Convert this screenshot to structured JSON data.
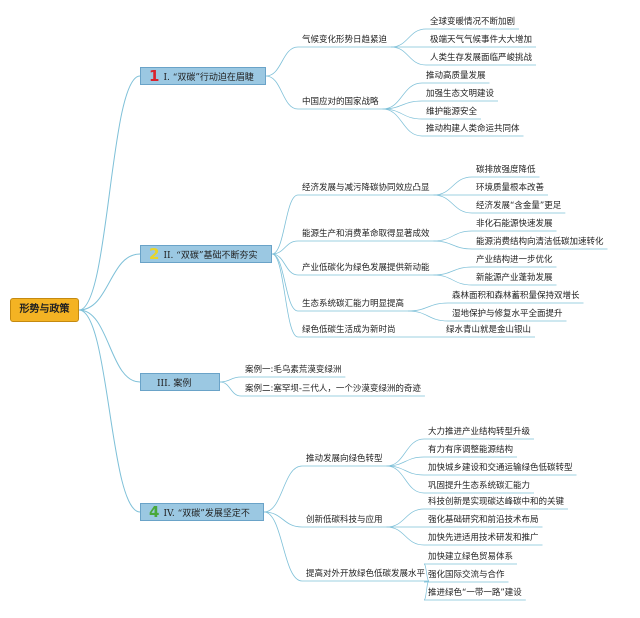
{
  "root": "形势与政策",
  "sections": [
    {
      "num": "1",
      "numColor": "#d9232e",
      "label": "I. “双碳”行动迫在眉睫",
      "topics": [
        {
          "label": "气候变化形势日趋紧迫",
          "leaves": [
            "全球变暖情况不断加剧",
            "极端天气气候事件大大增加",
            "人类生存发展面临严峻挑战"
          ]
        },
        {
          "label": "中国应对的国家战略",
          "leaves": [
            "推动高质量发展",
            "加强生态文明建设",
            "维护能源安全",
            "推动构建人类命运共同体"
          ]
        }
      ]
    },
    {
      "num": "2",
      "numColor": "#e8d52a",
      "label": "II. “双碳”基础不断夯实",
      "topics": [
        {
          "label": "经济发展与减污降碳协同效应凸显",
          "leaves": [
            "碳排放强度降低",
            "环境质量根本改善",
            "经济发展“含金量”更足"
          ]
        },
        {
          "label": "能源生产和消费革命取得显著成效",
          "leaves": [
            "非化石能源快速发展",
            "能源消费结构向清洁低碳加速转化"
          ]
        },
        {
          "label": "产业低碳化为绿色发展提供新动能",
          "leaves": [
            "产业结构进一步优化",
            "新能源产业蓬勃发展"
          ]
        },
        {
          "label": "生态系统碳汇能力明显提高",
          "leaves": [
            "森林面积和森林蓄积量保持双增长",
            "湿地保护与修复水平全面提升"
          ]
        },
        {
          "label": "绿色低碳生活成为新时尚",
          "leaves": [
            "绿水青山就是金山银山"
          ]
        }
      ]
    },
    {
      "num": "",
      "numColor": "#222222",
      "label": "III. 案例",
      "topics": [
        {
          "label": "案例一:毛乌素荒漠变绿洲",
          "leaves": []
        },
        {
          "label": "案例二:塞罕坝-三代人，一个沙漠变绿洲的奇迹",
          "leaves": []
        }
      ]
    },
    {
      "num": "4",
      "numColor": "#49a83a",
      "label": "IV. “双碳”发展坚定不",
      "topics": [
        {
          "label": "推动发展向绿色转型",
          "leaves": [
            "大力推进产业结构转型升级",
            "有力有序调整能源结构",
            "加快城乡建设和交通运输绿色低碳转型",
            "巩固提升生态系统碳汇能力"
          ]
        },
        {
          "label": "创新低碳科技与应用",
          "leaves": [
            "科技创新是实现碳达峰碳中和的关键",
            "强化基础研究和前沿技术布局",
            "加快先进适用技术研发和推广"
          ]
        },
        {
          "label": "提高对外开放绿色低碳发展水平",
          "leaves": [
            "加快建立绿色贸易体系",
            "强化国际交流与合作",
            "推进绿色“一带一路”建设"
          ]
        }
      ]
    }
  ]
}
